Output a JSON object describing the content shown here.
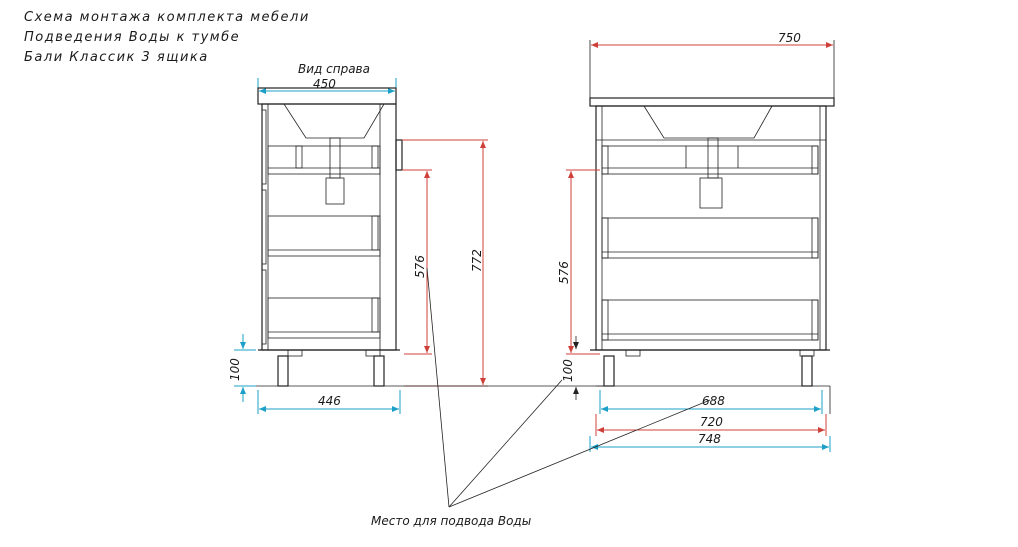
{
  "title_lines": [
    "Схема монтажа комплекта мебели",
    "Подведения Воды к тумбе",
    "Бали Классик 3 ящика"
  ],
  "side_view_label": "Вид справа",
  "water_supply_label": "Место для подвода Воды",
  "dimensions": {
    "side_top_width": "450",
    "side_bottom_width": "446",
    "side_leg_height": "100",
    "side_inlet_height": "576",
    "side_total_height": "772",
    "front_top_width": "750",
    "front_inlet_height": "576",
    "front_leg_height": "100",
    "front_width_inner": "688",
    "front_width_mid": "720",
    "front_width_outer": "748"
  },
  "colors": {
    "dimension_cyan": "#1ba0c8",
    "dimension_red": "#d0403a",
    "outline": "#222222"
  }
}
